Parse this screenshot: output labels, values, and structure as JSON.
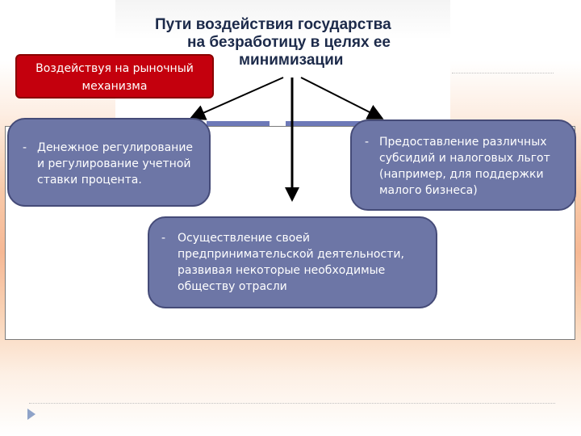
{
  "title": {
    "line1": "Пути воздействия государства",
    "line2": "на безработицу в целях ее",
    "line3": "минимизации"
  },
  "top_box": {
    "line1": "Воздействуя на рыночный",
    "line2": "механизма"
  },
  "nodes": {
    "left": {
      "dash": "-",
      "lines": [
        "Денежное регулирование",
        "и регулирование учетной",
        "ставки процента."
      ]
    },
    "right": {
      "dash": "-",
      "lines": [
        "Предоставление различных",
        "субсидий и налоговых льгот",
        "(например, для поддержки",
        "малого бизнеса)"
      ]
    },
    "center": {
      "dash": "-",
      "lines": [
        "Осуществление своей",
        "предпринимательской деятельности,",
        "развивая некоторые необходимые",
        "обществу отрасли"
      ]
    }
  },
  "colors": {
    "red_box": "#c4000d",
    "node_fill": "#6d76a6",
    "node_border": "#454b78",
    "title_text": "#1c2a4a",
    "arrows": "#000000",
    "nav_arrow": "#8fa3c8"
  },
  "icons": {
    "nav": "triangle-right-icon"
  }
}
